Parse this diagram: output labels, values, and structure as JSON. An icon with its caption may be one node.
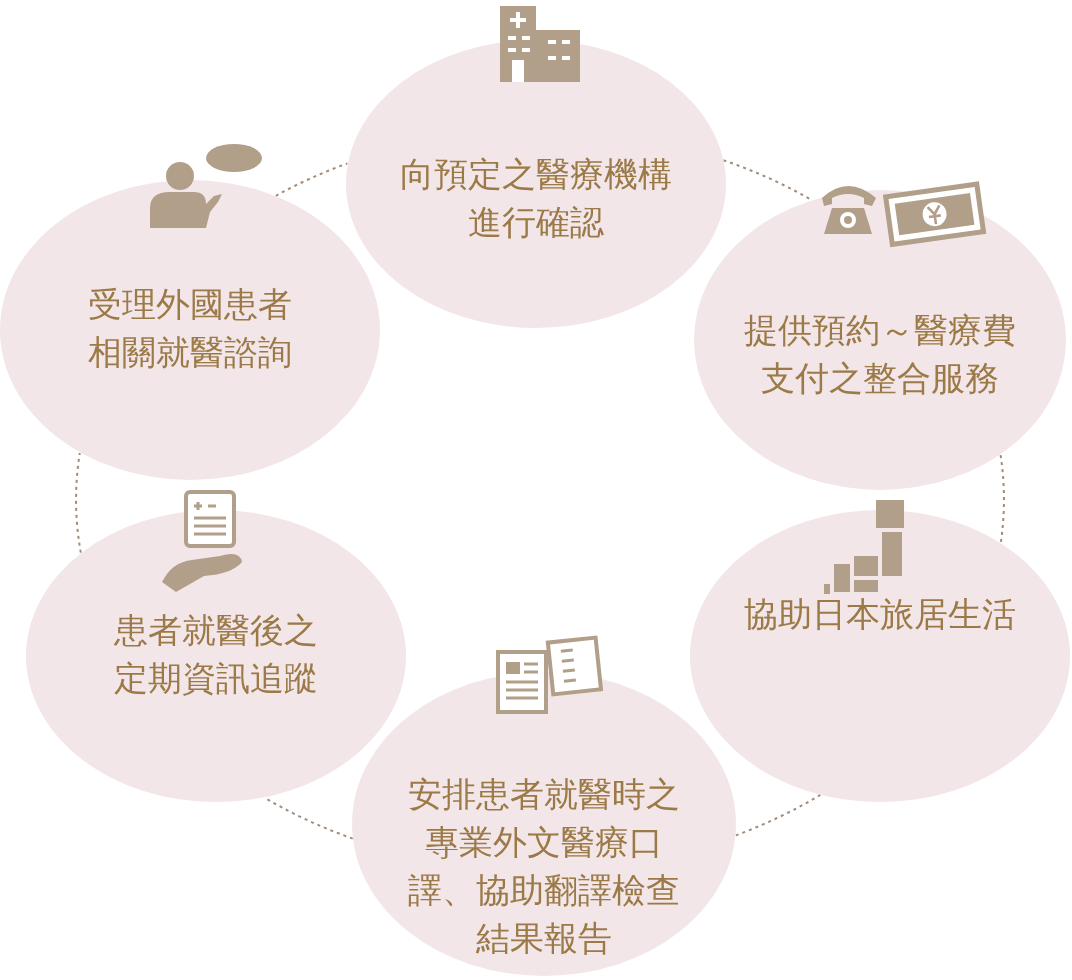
{
  "diagram": {
    "nodes": [
      {
        "text": [
          "向預定之醫療機構進行確認"
        ]
      },
      {
        "text": [
          "受理外國患者相關就醫諮詢"
        ]
      },
      {
        "text": [
          "提供預約～醫療費支付之整合服務"
        ]
      },
      {
        "text": [
          "患者就醫後之定期資訊追蹤"
        ]
      },
      {
        "text": [
          "協助日本旅居生活"
        ]
      },
      {
        "text": [
          "安排患者就醫時之專業外文醫療口譯、協助翻譯檢查結果報告"
        ]
      }
    ],
    "edges": [
      {
        "from": 1,
        "to": 0,
        "arrow": "none"
      },
      {
        "from": 0,
        "to": 2,
        "arrow": "none"
      },
      {
        "from": 2,
        "to": 4,
        "arrow": "none"
      },
      {
        "from": 4,
        "to": 5,
        "arrow": "none"
      },
      {
        "from": 5,
        "to": 3,
        "arrow": "none"
      },
      {
        "from": 3,
        "to": 1,
        "arrow": "none"
      }
    ]
  }
}
